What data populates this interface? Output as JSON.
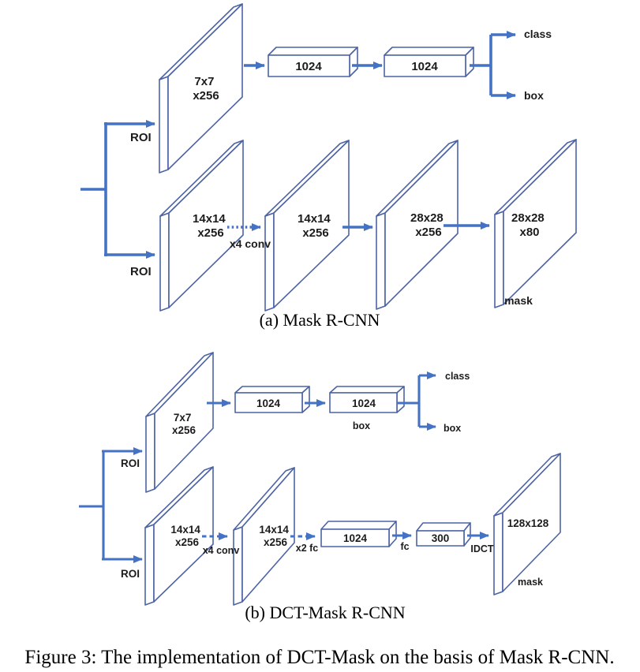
{
  "colors": {
    "arrow_blue": "#4472C4",
    "shape_outline_blue": "#4C63A5",
    "text": "#1c1c1c"
  },
  "figure_caption": "Figure 3: The implementation of DCT-Mask on the basis of Mask R-CNN.",
  "a": {
    "caption": "(a) Mask R-CNN",
    "roi_top": "ROI",
    "roi_bottom": "ROI",
    "plane_7x7": {
      "l1": "7x7",
      "l2": "x256"
    },
    "fc1": "1024",
    "fc2": "1024",
    "class_out": "class",
    "box_out": "box",
    "plane_14_1": {
      "l1": "14x14",
      "l2": "x256"
    },
    "conv_label": "x4 conv",
    "plane_14_2": {
      "l1": "14x14",
      "l2": "x256"
    },
    "plane_28_1": {
      "l1": "28x28",
      "l2": "x256"
    },
    "plane_28_2": {
      "l1": "28x28",
      "l2": "x80"
    },
    "mask_label": "mask"
  },
  "b": {
    "caption": "(b) DCT-Mask R-CNN",
    "roi_top": "ROI",
    "roi_bottom": "ROI",
    "plane_7x7": {
      "l1": "7x7",
      "l2": "x256"
    },
    "fc1": "1024",
    "fc2": "1024",
    "box_branch_label": "box",
    "class_out": "class",
    "box_out": "box",
    "plane_14_1": {
      "l1": "14x14",
      "l2": "x256"
    },
    "conv_label": "x4 conv",
    "plane_14_2": {
      "l1": "14x14",
      "l2": "x256"
    },
    "fc_x2_label": "x2 fc",
    "fc3": "1024",
    "fc_label": "fc",
    "vec300": "300",
    "idct_label": "IDCT",
    "plane_128": {
      "l1": "128x128"
    },
    "mask_label": "mask"
  }
}
